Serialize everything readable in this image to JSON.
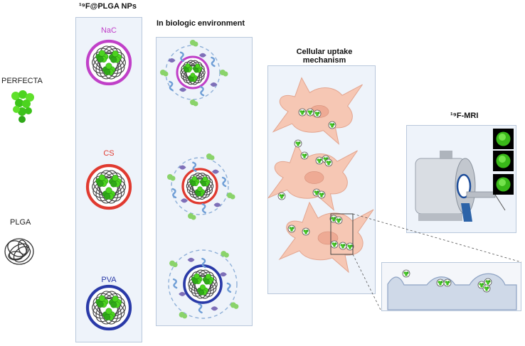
{
  "legend": {
    "perfecta_label": "PERFECTA",
    "plga_label": "PLGA"
  },
  "panel1": {
    "title": "¹⁹F@PLGA NPs",
    "coatings": [
      {
        "label": "NaC",
        "color": "#c040c8"
      },
      {
        "label": "CS",
        "color": "#e03a30"
      },
      {
        "label": "PVA",
        "color": "#2a3aa8"
      }
    ]
  },
  "panel2": {
    "title": "In biologic environment"
  },
  "panel3": {
    "title_line1": "Cellular uptake",
    "title_line2": "mechanism"
  },
  "panel4": {
    "title": "¹⁹F-MRI"
  },
  "colors": {
    "nanoparticle_green": "#3cc21a",
    "cell_fill": "#f6c7b4",
    "cell_stroke": "#e3a58f",
    "panel_bg": "#eef3fa",
    "protein_green": "#8ad36a",
    "protein_purple": "#7e6fb8",
    "protein_blue": "#6f9ed6"
  }
}
